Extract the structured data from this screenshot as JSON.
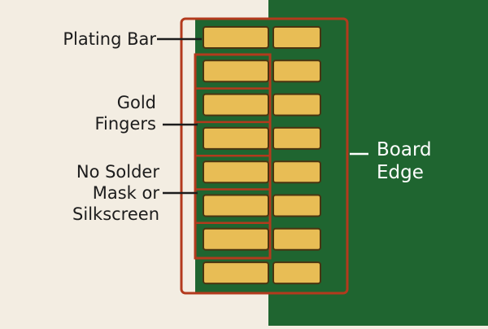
{
  "colors": {
    "background": "#f3ede2",
    "board_green": "#1f6530",
    "outline_red": "#b33a1d",
    "gold_fill": "#e8bd55",
    "gold_stroke": "#4a3410",
    "leader_line": "#1c1c1c",
    "edge_text": "#ffffff"
  },
  "labels": {
    "plating_bar": "Plating Bar",
    "gold_fingers": {
      "line1": "Gold",
      "line2": "Fingers"
    },
    "no_solder_mask": {
      "line1": "No Solder",
      "line2": "Mask or",
      "line3": "Silkscreen"
    },
    "board_edge": {
      "line1": "Board",
      "line2": "Edge"
    }
  },
  "diagram": {
    "finger_rows": 8,
    "outlined_finger_rows": 6
  }
}
